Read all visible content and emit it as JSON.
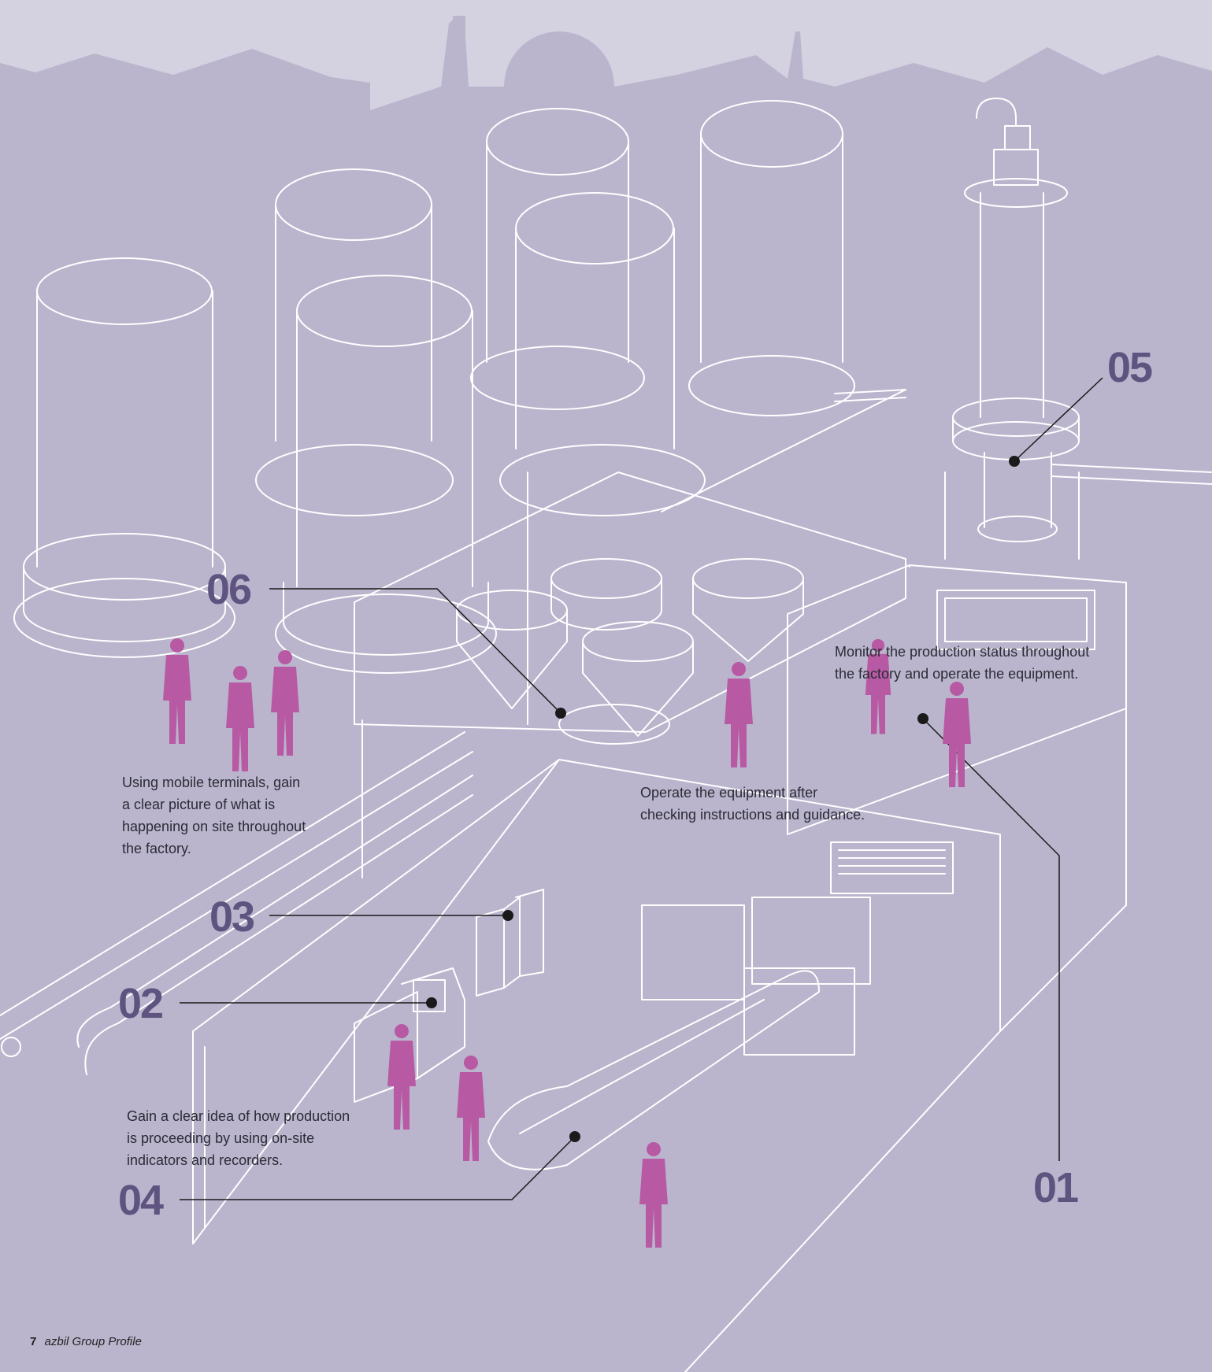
{
  "colors": {
    "background": "#bab5cd",
    "sky": "#d4d1e1",
    "line": "#ffffff",
    "callout_number": "#5e547f",
    "worker": "#b75aa3",
    "leader": "#1a1a1a"
  },
  "callouts": [
    {
      "id": "01",
      "label": "01"
    },
    {
      "id": "02",
      "label": "02"
    },
    {
      "id": "03",
      "label": "03"
    },
    {
      "id": "04",
      "label": "04"
    },
    {
      "id": "05",
      "label": "05"
    },
    {
      "id": "06",
      "label": "06"
    }
  ],
  "captions": {
    "mobile": [
      "Using mobile terminals, gain",
      "a clear picture of what is",
      "happening on site throughout",
      "the factory."
    ],
    "monitor": [
      "Monitor the production status throughout",
      "the factory and operate the equipment."
    ],
    "operate": [
      "Operate the equipment after",
      "checking instructions and guidance."
    ],
    "indicators": [
      "Gain a clear idea of how production",
      "is proceeding by using on-site",
      "indicators and recorders."
    ]
  },
  "footer": {
    "page_number": "7",
    "publication": "azbil Group Profile"
  }
}
